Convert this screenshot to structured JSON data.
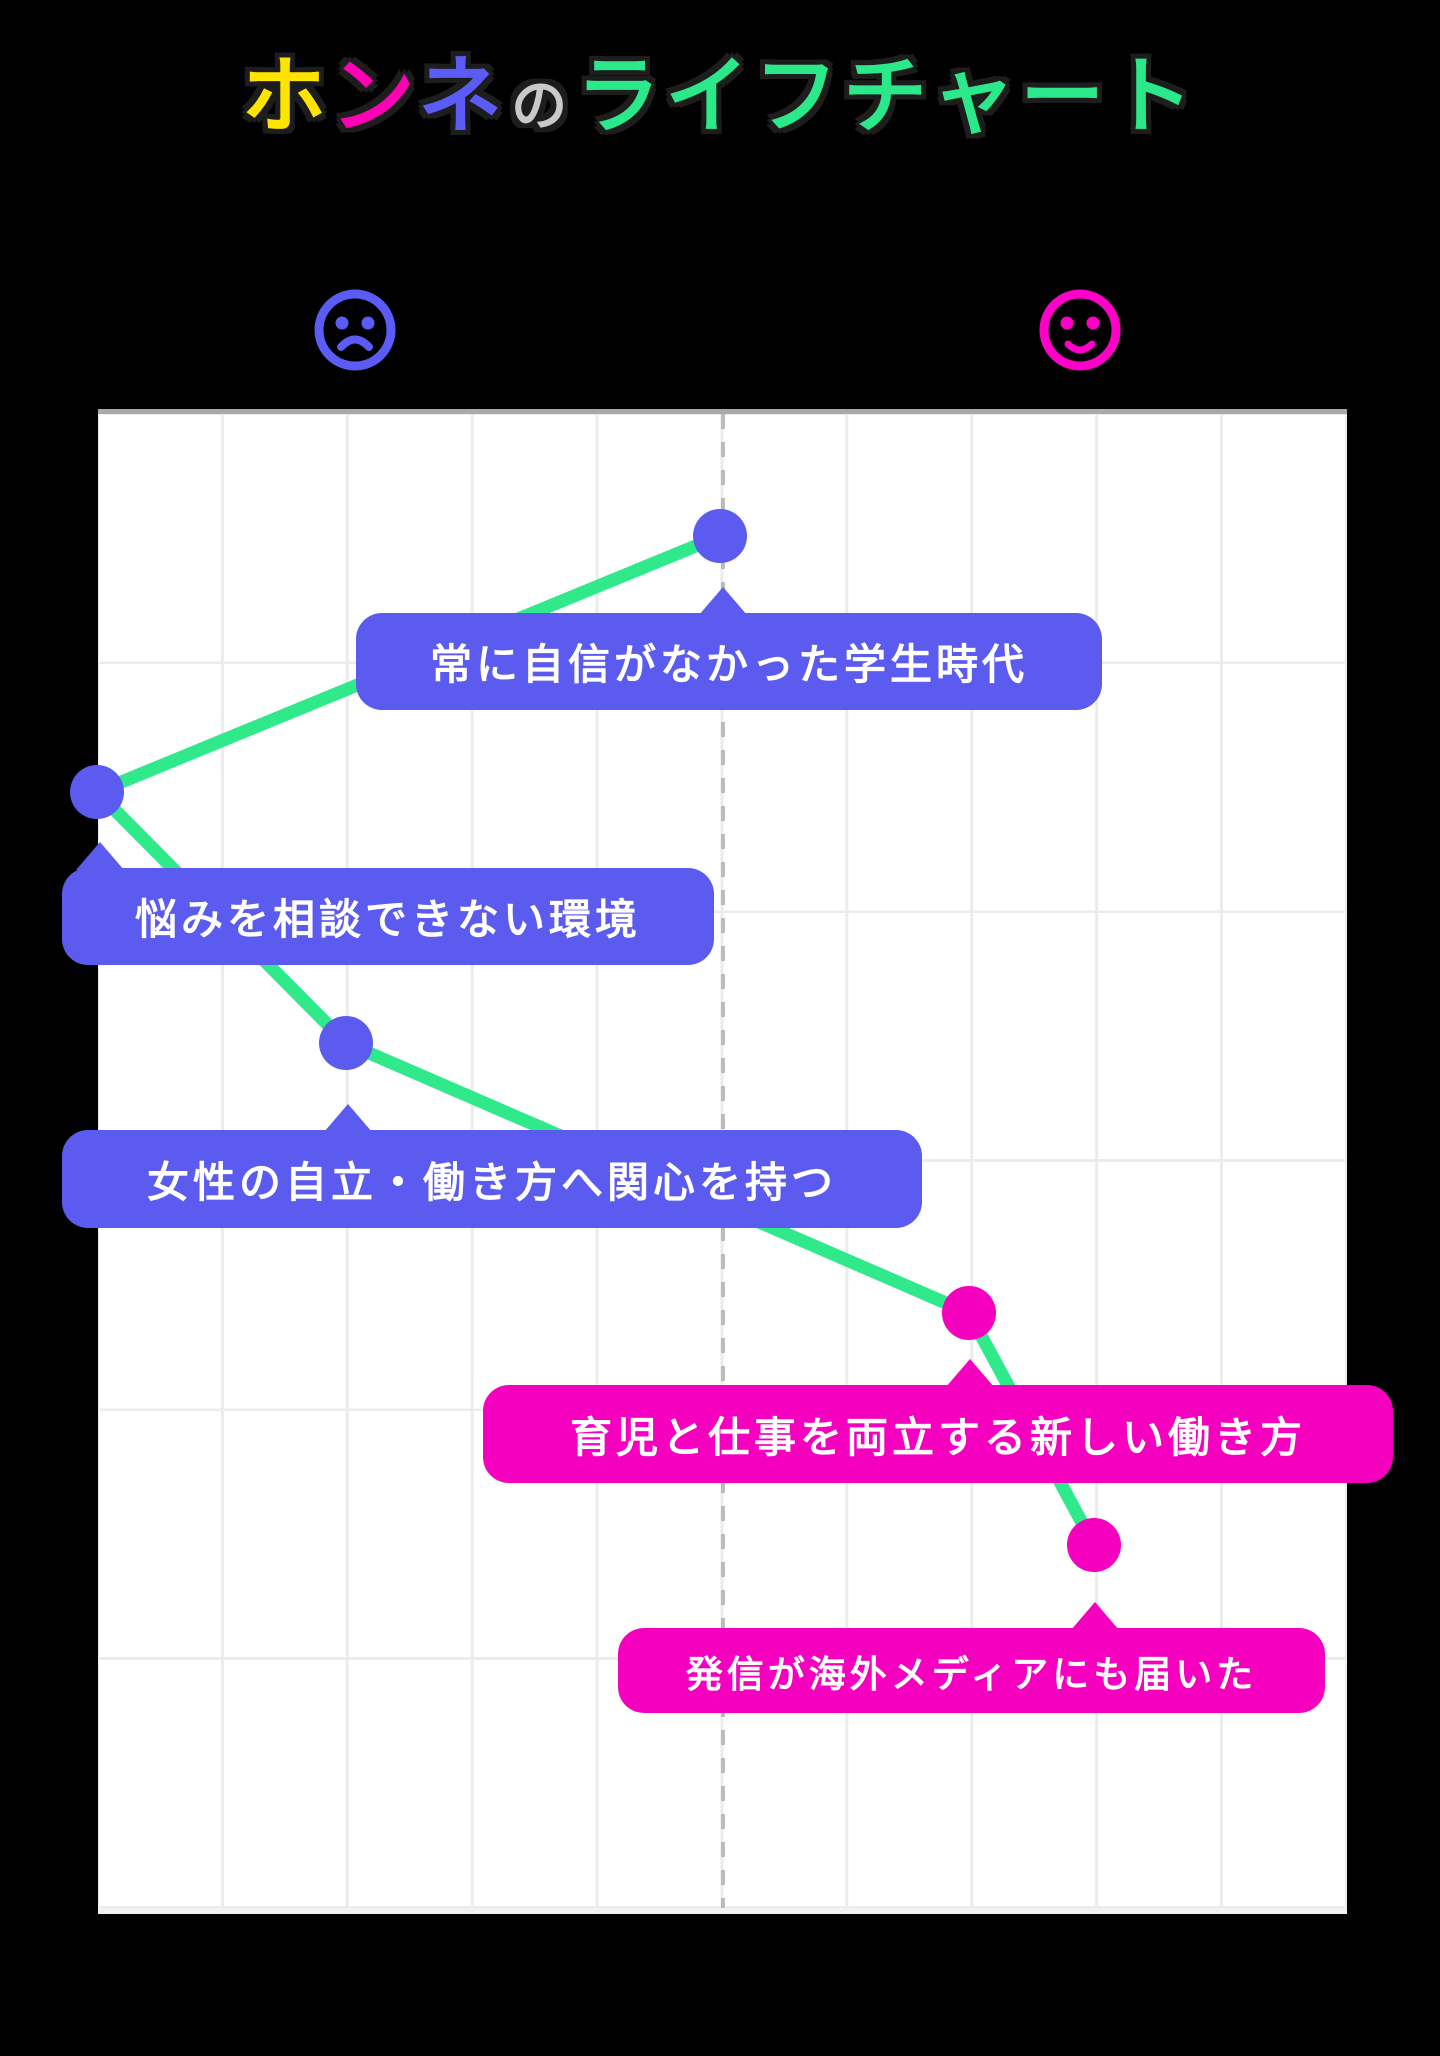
{
  "page": {
    "background": "#000000"
  },
  "title": {
    "text": "ホンネのライフチャート",
    "segments": [
      {
        "text": "ホ",
        "color": "#FFE400",
        "size": "large"
      },
      {
        "text": "ン",
        "color": "#FF00B4",
        "size": "large"
      },
      {
        "text": "ネ",
        "color": "#5B5BF5",
        "size": "large"
      },
      {
        "text": "の",
        "color": "#C9C9C9",
        "size": "small"
      },
      {
        "text": "ライフチャート",
        "color": "#2BE98A",
        "size": "large"
      }
    ]
  },
  "axis_faces": {
    "sad": {
      "name": "sad-face",
      "color": "#5B5BF5"
    },
    "happy": {
      "name": "happy-face",
      "color": "#FF00C8"
    }
  },
  "colors": {
    "purple": "#5B5BF0",
    "pink": "#F500BE",
    "line_green": "#2FE98B",
    "grid": "#ECECEC",
    "dashed_center": "#BBBBBB",
    "chart_bg": "#FFFFFF",
    "chart_top_border": "#A9A9A9"
  },
  "chart_data": {
    "type": "line",
    "orientation": "vertical-timeline",
    "title": "ホンネのライフチャート",
    "x_axis": {
      "left_label": "unhappy-face",
      "right_label": "happy-face",
      "range": [
        -1,
        1
      ],
      "center_line": "dashed-neutral"
    },
    "grid": "on",
    "points": [
      {
        "order": 1,
        "label": "常に自信がなかった学生時代",
        "mood": 0.0,
        "series": "negative",
        "px": [
          622,
          122
        ]
      },
      {
        "order": 2,
        "label": "悩みを相談できない環境",
        "mood": -1.0,
        "series": "negative",
        "px": [
          -1,
          378
        ]
      },
      {
        "order": 3,
        "label": "女性の自立・働き方へ関心を持つ",
        "mood": -0.6,
        "series": "negative",
        "px": [
          248,
          629
        ]
      },
      {
        "order": 4,
        "label": "育児と仕事を両立する新しい働き方",
        "mood": 0.39,
        "series": "positive",
        "px": [
          871,
          899
        ]
      },
      {
        "order": 5,
        "label": "発信が海外メディアにも届いた",
        "mood": 0.59,
        "series": "positive",
        "px": [
          996,
          1131
        ]
      }
    ]
  }
}
